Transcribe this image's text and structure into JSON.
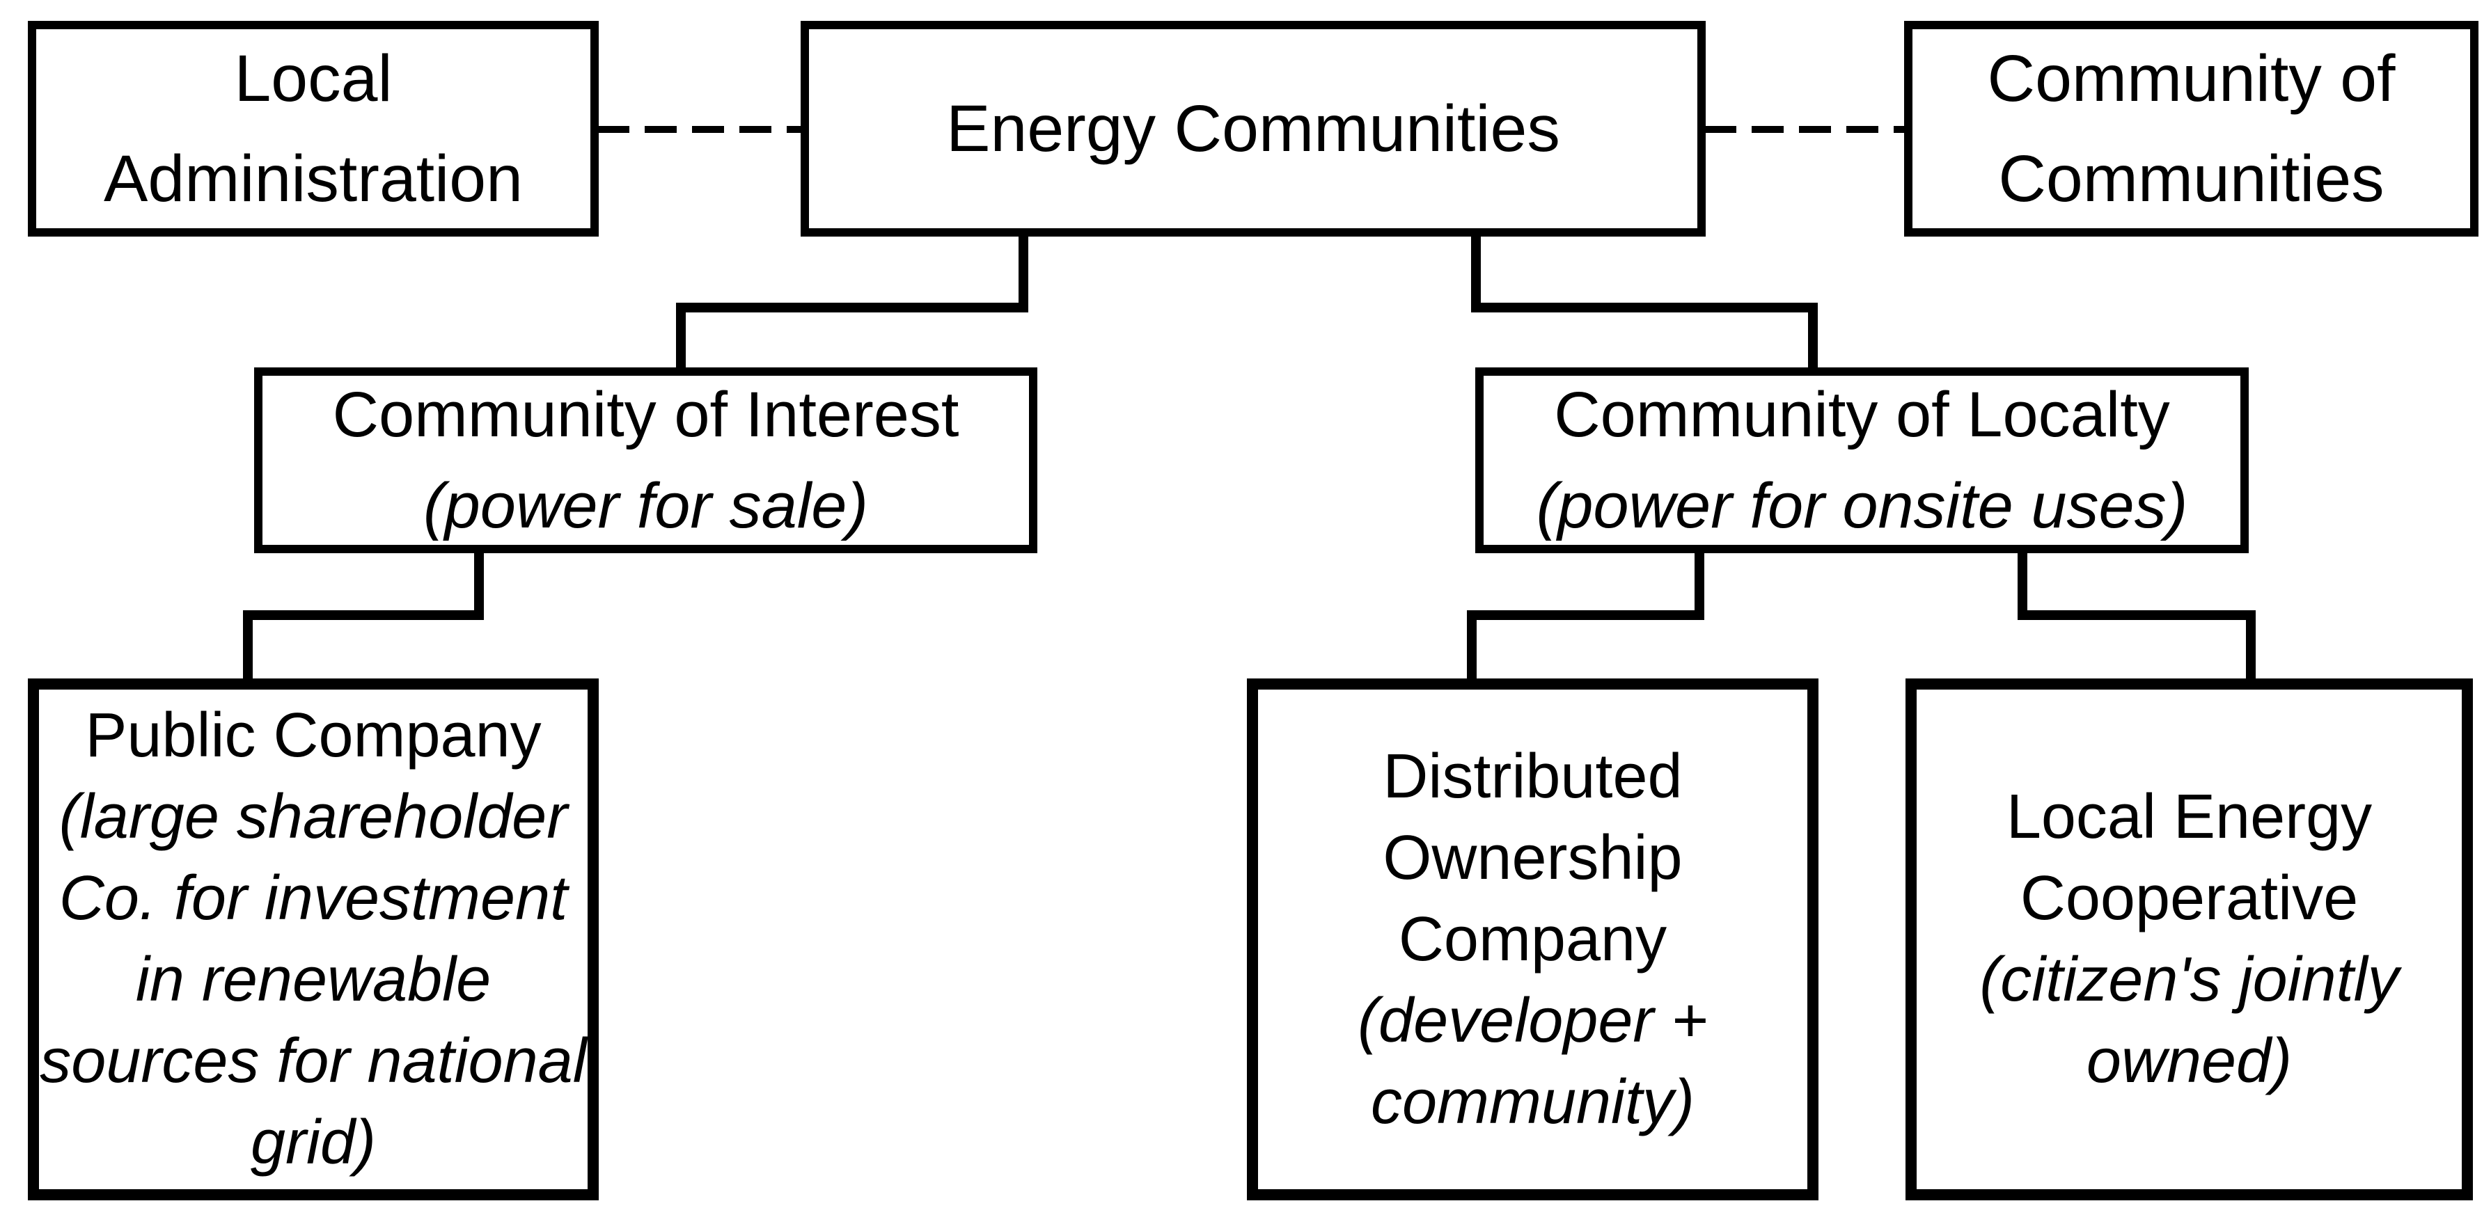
{
  "diagram_title": "Energy Communities organisational structure",
  "colors": {
    "line": "#000000",
    "box_background": "#ffffff",
    "text": "#000000",
    "page_background": "#ffffff"
  },
  "nodes": {
    "local_administration": {
      "title": "Local\nAdministration"
    },
    "energy_communities": {
      "title": "Energy Communities"
    },
    "community_of_communities": {
      "title": "Community of\nCommunities"
    },
    "community_of_interest": {
      "title": "Community of Interest",
      "subtitle": "(power for sale)"
    },
    "community_of_localty": {
      "title": "Community of Localty",
      "subtitle": "(power for onsite uses)"
    },
    "public_company": {
      "title": "Public Company",
      "subtitle": "(large shareholder\nCo. for investment\nin renewable\nsources for national\ngrid)"
    },
    "distributed_ownership_company": {
      "title": "Distributed\nOwnership\nCompany",
      "subtitle": "(developer +\ncommunity)"
    },
    "local_energy_cooperative": {
      "title": "Local Energy\nCooperative",
      "subtitle": "(citizen's jointly\nowned)"
    }
  }
}
